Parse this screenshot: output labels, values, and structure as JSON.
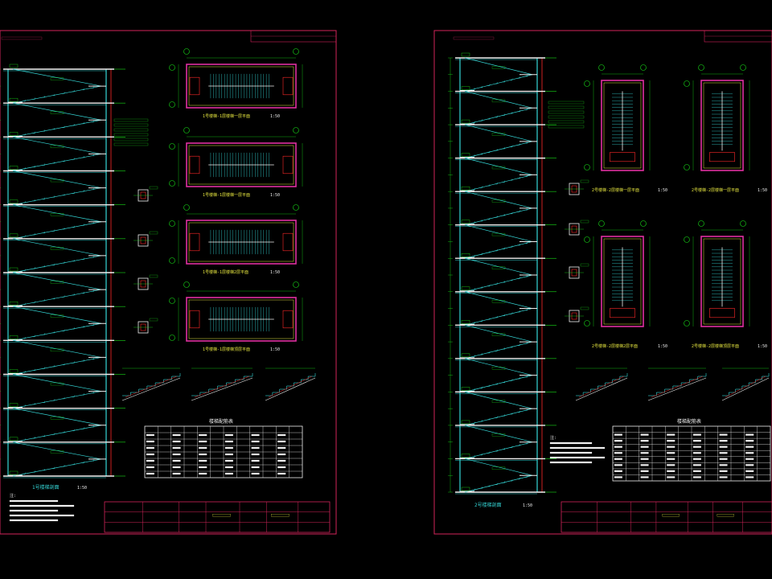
{
  "colors": {
    "background": "#000000",
    "frame": "#d2245a",
    "cyan": "#35d7d7",
    "green": "#18e018",
    "white": "#f0f0f0",
    "yellow": "#e8e840",
    "red": "#ff2828",
    "magenta": "#e030a0"
  },
  "sheet_left": {
    "title_text": "1号楼梯剖面",
    "scale_text": "1:50",
    "plan_labels": [
      "1号楼梯-1层楼梯一层平面",
      "1号楼梯-1层楼梯一层平面",
      "1号楼梯-1层楼梯2层平面",
      "1号楼梯-1层楼梯顶层平面"
    ],
    "plan_scale": "1:50",
    "table_title": "楼梯配筋表",
    "notes_title": "注:"
  },
  "sheet_right": {
    "title_text": "2号楼梯剖面",
    "scale_text": "1:50",
    "plan_labels": [
      "2号楼梯-2层楼梯一层平面",
      "2号楼梯-2层楼梯一层平面",
      "2号楼梯-2层楼梯2层平面",
      "2号楼梯-2层楼梯顶层平面"
    ],
    "plan_scale": "1:50",
    "table_title": "楼梯配筋表",
    "notes_title": "注:"
  }
}
